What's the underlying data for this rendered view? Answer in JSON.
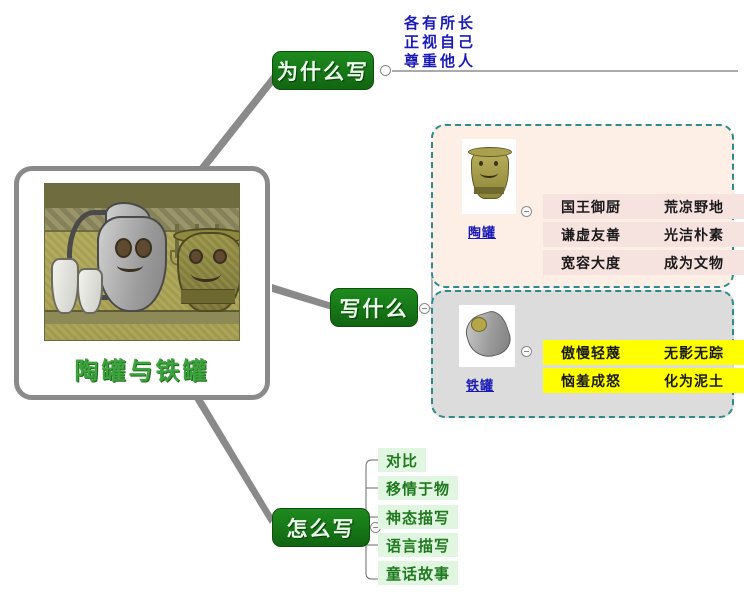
{
  "central": {
    "title": "陶罐与铁罐",
    "artwork_name": "clay-pot-and-iron-pot-illustration"
  },
  "branches": {
    "why": {
      "label": "为什么写",
      "lines": [
        "各有所长",
        "正视自己",
        "尊重他人"
      ]
    },
    "what": {
      "label": "写什么",
      "groups": [
        {
          "name": "陶罐",
          "thumb_name": "clay-pot-thumbnail",
          "rows": [
            {
              "left": "国王御厨",
              "right": "荒凉野地"
            },
            {
              "left": "谦虚友善",
              "right": "光洁朴素"
            },
            {
              "left": "宽容大度",
              "right": "成为文物"
            }
          ]
        },
        {
          "name": "铁罐",
          "thumb_name": "iron-pot-thumbnail",
          "rows": [
            {
              "left": "傲慢轻蔑",
              "right": "无影无踪"
            },
            {
              "left": "恼羞成怒",
              "right": "化为泥土"
            }
          ]
        }
      ]
    },
    "how": {
      "label": "怎么写",
      "items": [
        "对比",
        "移情于物",
        "神态描写",
        "语言描写",
        "童话故事"
      ]
    }
  },
  "colors": {
    "node_green": "#1e8b1e",
    "title_green": "#3ea33e",
    "why_text_blue": "#1a1ab8",
    "label_blue": "#1a1ab8",
    "clay_box_bg": "#fdeee6",
    "iron_box_bg": "#dcdcdc",
    "clay_row_bg": "#f6e2df",
    "iron_row_bg": "#ffff00",
    "dash_border": "#2e8b8b",
    "how_item_bg": "#e0f6e0",
    "how_item_text": "#1f7a1f",
    "connector_gray": "#8a8a8a"
  }
}
